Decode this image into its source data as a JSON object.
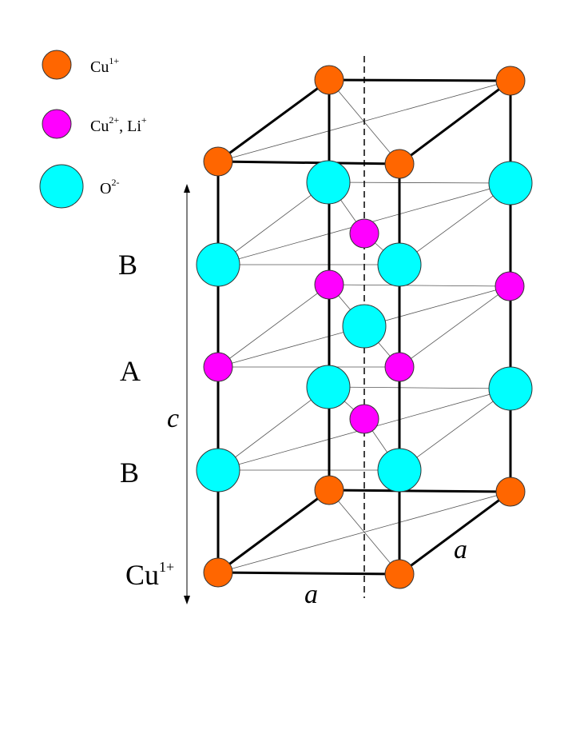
{
  "legend": [
    {
      "base": "Cu",
      "sup": "1+",
      "extra": "",
      "extra_sup": "",
      "color": "#FF6600"
    },
    {
      "base": "Cu",
      "sup": "2+",
      "extra": ", Li",
      "extra_sup": "+",
      "color": "#FF00FF"
    },
    {
      "base": "O",
      "sup": "2-",
      "extra": "",
      "extra_sup": "",
      "color": "#00FFFF"
    }
  ],
  "layers": [
    {
      "base": "B",
      "sup": ""
    },
    {
      "base": "A",
      "sup": ""
    },
    {
      "base": "B",
      "sup": ""
    },
    {
      "base": "Cu",
      "sup": "1+"
    }
  ],
  "params": {
    "c": "c",
    "a_bottom": "a",
    "a_side": "a"
  },
  "colors": {
    "cu1": "#FF6600",
    "cu2li": "#FF00FF",
    "oxygen": "#00FFFF"
  }
}
